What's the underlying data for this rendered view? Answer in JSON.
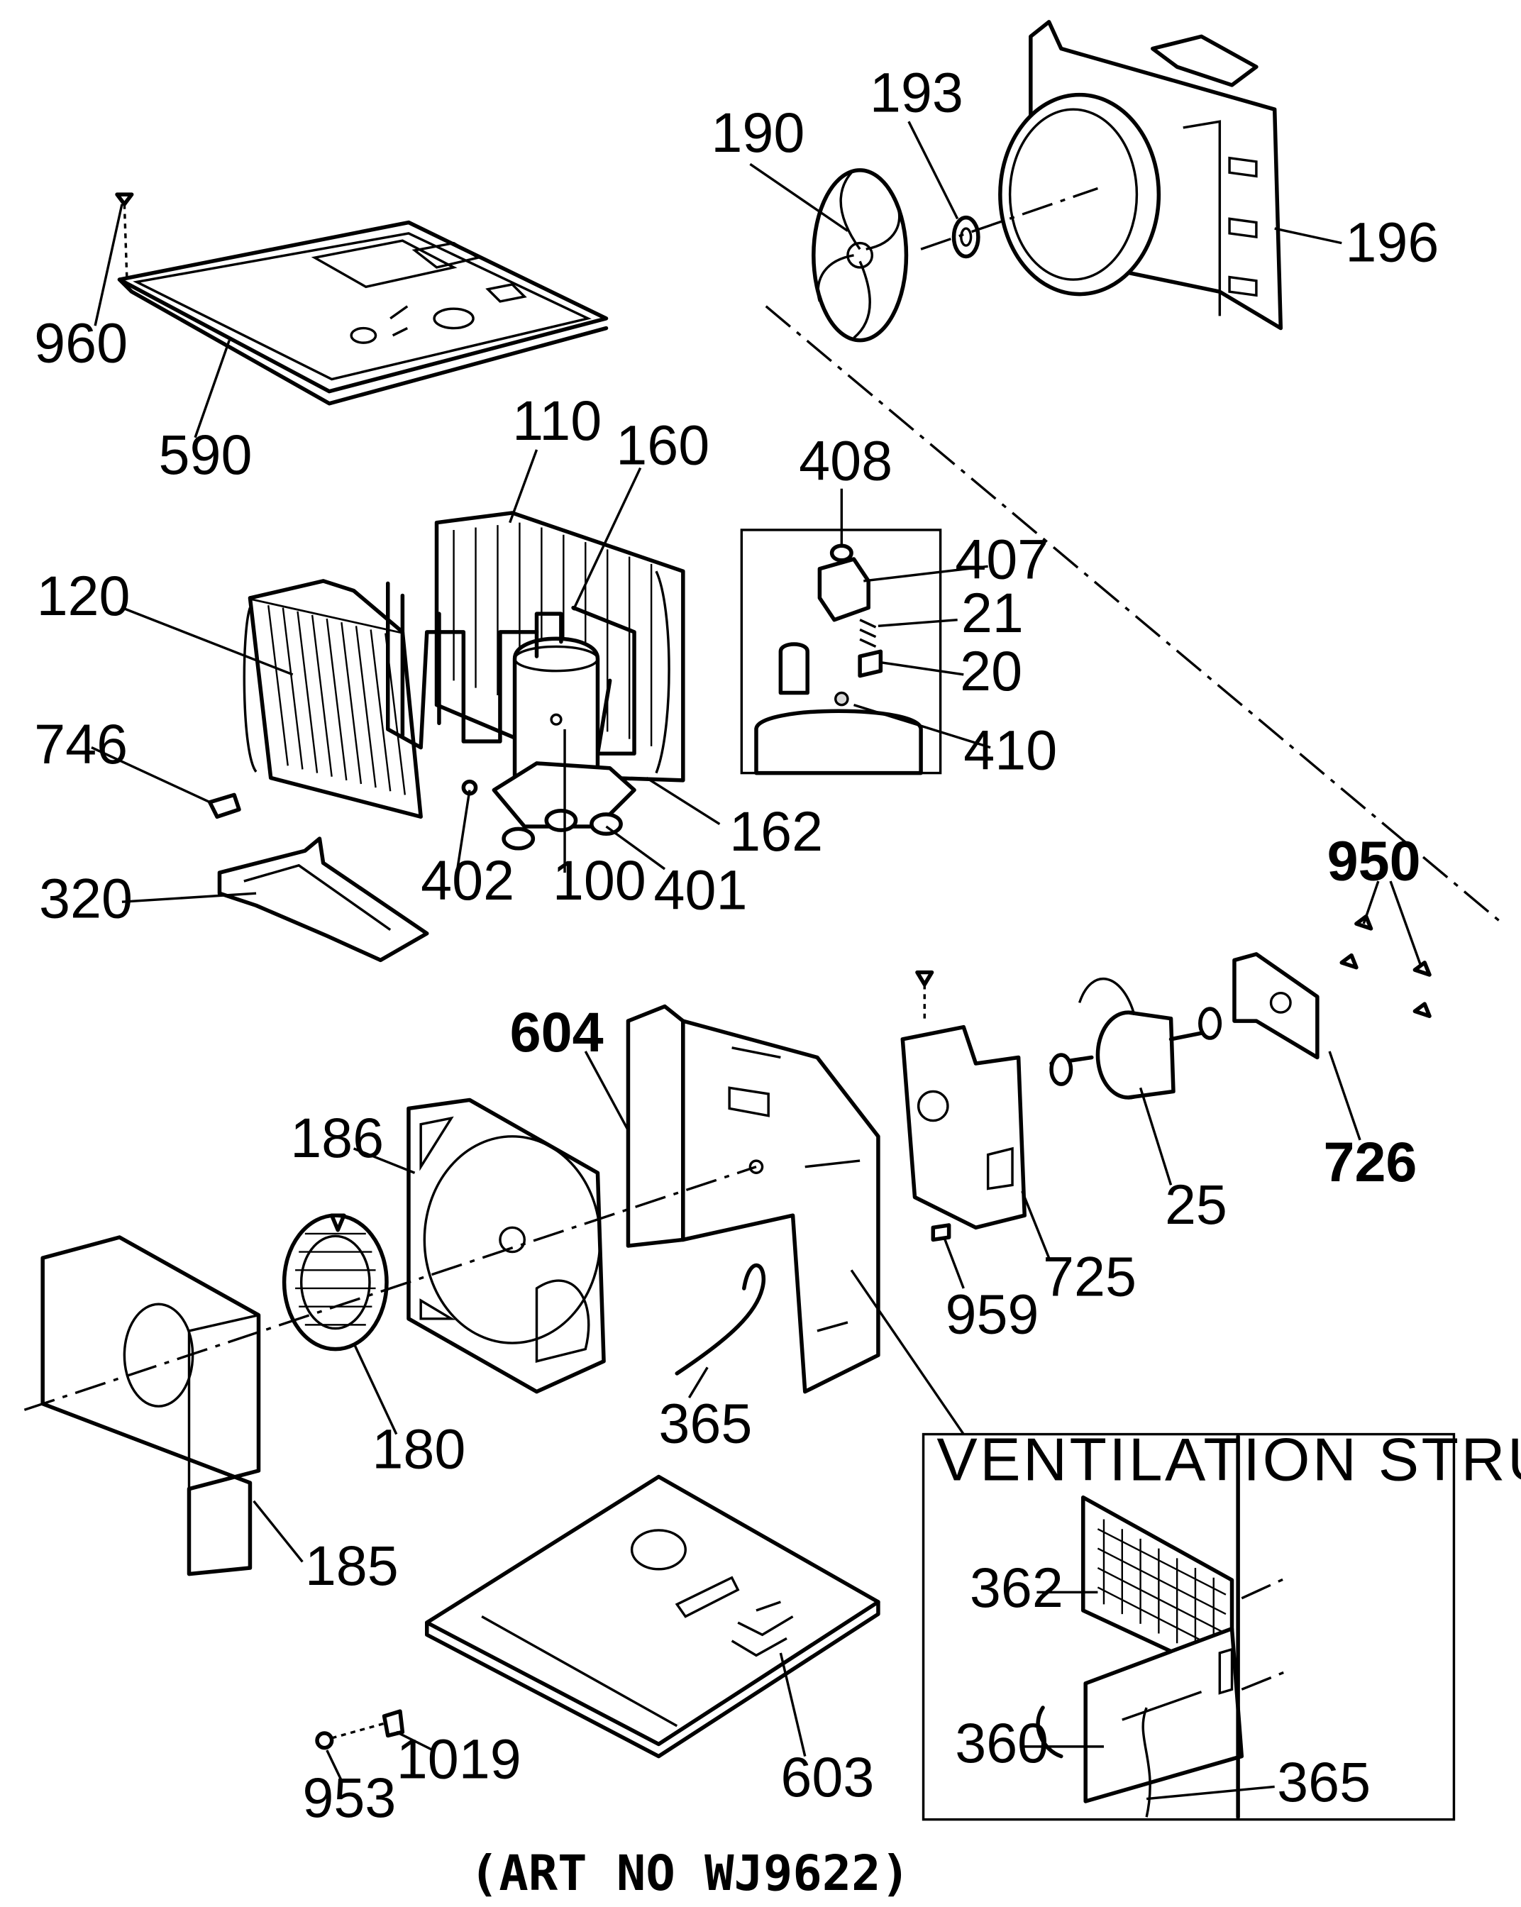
{
  "callouts": {
    "c960": "960",
    "c590": "590",
    "c190": "190",
    "c193": "193",
    "c196": "196",
    "c110": "110",
    "c160": "160",
    "c408": "408",
    "c407": "407",
    "c21": "21",
    "c20": "20",
    "c410": "410",
    "c120": "120",
    "c746": "746",
    "c162": "162",
    "c402": "402",
    "c100": "100",
    "c401": "401",
    "c320": "320",
    "c950": "950",
    "c604": "604",
    "c186": "186",
    "c725": "725",
    "c25": "25",
    "c726": "726",
    "c959": "959",
    "c180": "180",
    "c365": "365",
    "c185": "185",
    "c1019": "1019",
    "c953": "953",
    "c603": "603",
    "c362": "362",
    "c360": "360",
    "c365b": "365"
  },
  "inset": {
    "title": "VENTILATION  STRUCTURE"
  },
  "art_number": "(ART NO WJ9622)"
}
